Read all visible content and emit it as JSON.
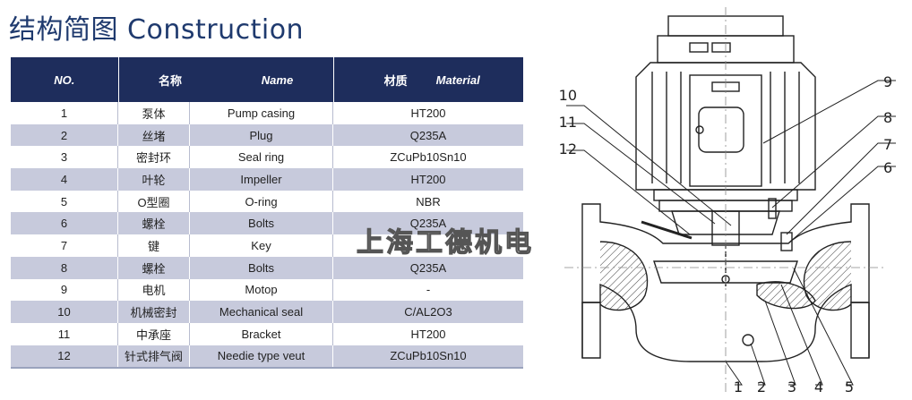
{
  "title": {
    "cn": "结构简图",
    "en": "Construction"
  },
  "table": {
    "headers": {
      "no": "NO.",
      "name_cn": "名称",
      "name_en": "Name",
      "material_cn": "材质",
      "material_en": "Material"
    },
    "rows": [
      {
        "no": "1",
        "cn": "泵体",
        "en": "Pump casing",
        "material": "HT200"
      },
      {
        "no": "2",
        "cn": "丝堵",
        "en": "Plug",
        "material": "Q235A"
      },
      {
        "no": "3",
        "cn": "密封环",
        "en": "Seal ring",
        "material": "ZCuPb10Sn10"
      },
      {
        "no": "4",
        "cn": "叶轮",
        "en": "Impeller",
        "material": "HT200"
      },
      {
        "no": "5",
        "cn": "O型圈",
        "en": "O-ring",
        "material": "NBR"
      },
      {
        "no": "6",
        "cn": "螺栓",
        "en": "Bolts",
        "material": "Q235A"
      },
      {
        "no": "7",
        "cn": "键",
        "en": "Key",
        "material": ""
      },
      {
        "no": "8",
        "cn": "螺栓",
        "en": "Bolts",
        "material": "Q235A"
      },
      {
        "no": "9",
        "cn": "电机",
        "en": "Motop",
        "material": "-"
      },
      {
        "no": "10",
        "cn": "机械密封",
        "en": "Mechanical seal",
        "material": "C/AL2O3"
      },
      {
        "no": "11",
        "cn": "中承座",
        "en": "Bracket",
        "material": "HT200"
      },
      {
        "no": "12",
        "cn": "针式排气阀",
        "en": "Needie type veut",
        "material": "ZCuPb10Sn10"
      }
    ]
  },
  "watermark": "上海工德机电",
  "callouts": [
    "1",
    "2",
    "3",
    "4",
    "5",
    "6",
    "7",
    "8",
    "9",
    "10",
    "11",
    "12"
  ]
}
